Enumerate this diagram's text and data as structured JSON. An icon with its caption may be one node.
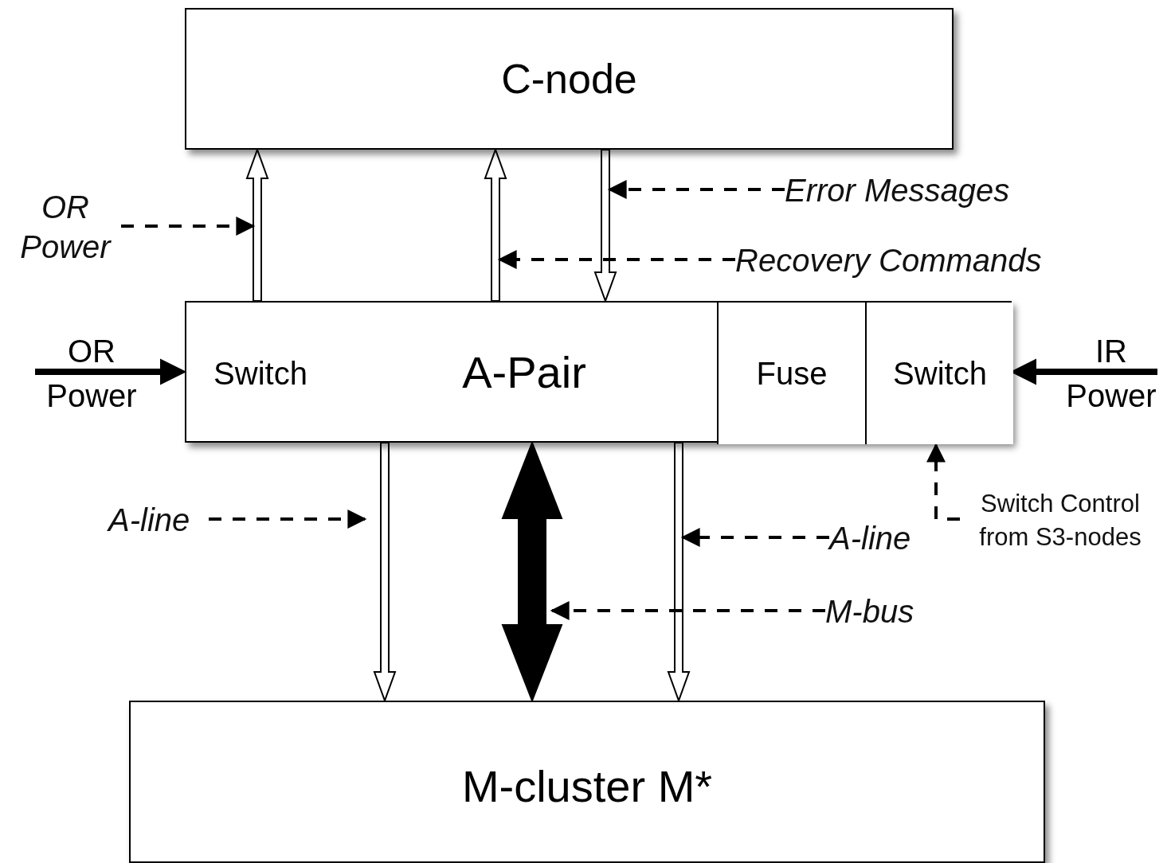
{
  "diagram": {
    "nodes": [
      {
        "text": [
          "C-node"
        ]
      },
      {
        "text": [
          "A-Pair"
        ]
      },
      {
        "text": [
          "Switch"
        ],
        "in": 1
      },
      {
        "text": [
          "Fuse"
        ],
        "in": 1
      },
      {
        "text": [
          "Switch"
        ],
        "in": 1
      },
      {
        "text": [
          "M-cluster M*"
        ]
      },
      {
        "text": [
          "OR Power"
        ]
      },
      {
        "text": [
          "Error Messages"
        ]
      },
      {
        "text": [
          "Recovery Commands"
        ]
      },
      {
        "text": [
          "A-line"
        ]
      },
      {
        "text": [
          "A-line"
        ]
      },
      {
        "text": [
          "M-bus"
        ]
      },
      {
        "text": [
          "Switch Control from S3-nodes"
        ]
      }
    ],
    "edges": [
      {
        "from": 2,
        "to": 0,
        "arrow": "to"
      },
      {
        "from": 1,
        "to": 0,
        "arrow": "to"
      },
      {
        "from": 0,
        "to": 1,
        "arrow": "to"
      },
      {
        "from": 1,
        "to": 5,
        "arrow": "to"
      },
      {
        "from": 1,
        "to": 5,
        "arrow": "both",
        "style": "thick"
      },
      {
        "from": 1,
        "to": 5,
        "arrow": "to"
      },
      {
        "from": null,
        "to": 2,
        "arrow": "to",
        "label": "OR Power",
        "style": "thick"
      },
      {
        "from": null,
        "to": 4,
        "arrow": "to",
        "label": "IR Power",
        "style": "thick"
      },
      {
        "from": 12,
        "to": 4,
        "arrow": "to",
        "style": "dashed"
      },
      {
        "from": 6,
        "to": null,
        "arrow": "to",
        "style": "dashed"
      },
      {
        "from": 7,
        "to": null,
        "arrow": "to",
        "style": "dashed"
      },
      {
        "from": 8,
        "to": null,
        "arrow": "to",
        "style": "dashed"
      },
      {
        "from": 9,
        "to": null,
        "arrow": "to",
        "style": "dashed"
      },
      {
        "from": 10,
        "to": null,
        "arrow": "to",
        "style": "dashed"
      },
      {
        "from": 11,
        "to": null,
        "arrow": "to",
        "style": "dashed"
      }
    ]
  }
}
